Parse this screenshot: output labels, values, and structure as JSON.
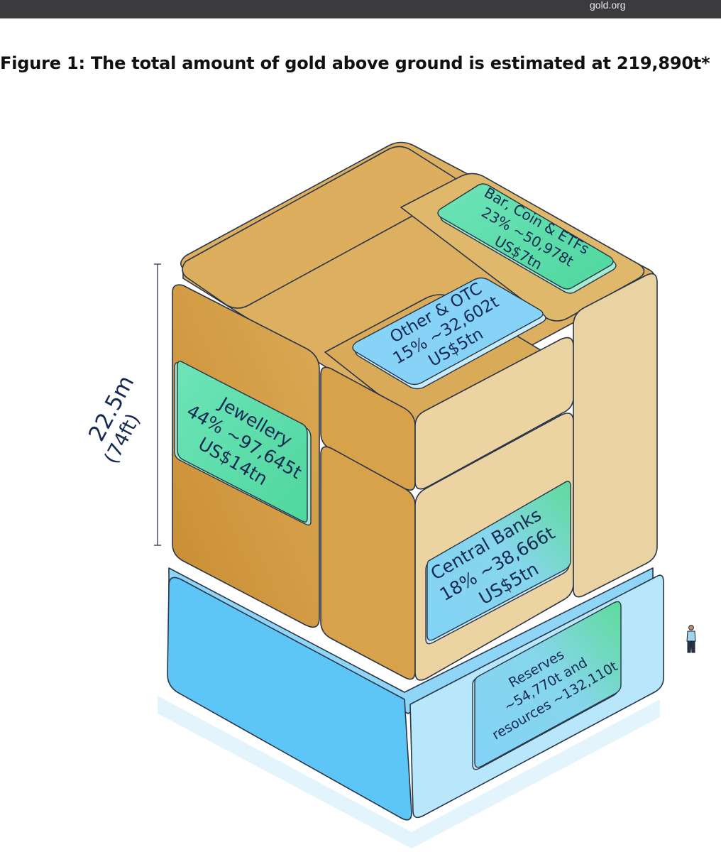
{
  "header": {
    "site": "gold.org"
  },
  "figure": {
    "title": "Figure 1: The total amount of gold above ground is estimated at 219,890t*"
  },
  "dimension": {
    "metric": "22.5m",
    "imperial": "(74ft)"
  },
  "segments": {
    "jewellery": {
      "name": "Jewellery",
      "stats": "44% ~97,645t",
      "value": "US$14tn"
    },
    "bar_coin_etfs": {
      "name": "Bar, Coin & ETFs",
      "stats": "23% ~50,978t",
      "value": "US$7tn"
    },
    "other_otc": {
      "name": "Other & OTC",
      "stats": "15% ~32,602t",
      "value": "US$5tn"
    },
    "central_banks": {
      "name": "Central Banks",
      "stats": "18% ~38,666t",
      "value": "US$5tn"
    }
  },
  "reserves": {
    "line1": "Reserves",
    "line2": "~54,770t and",
    "line3": "resources ~132,110t"
  },
  "colors": {
    "gold_dark": "#d39a3c",
    "gold_mid": "#ddb061",
    "gold_light": "#ead3a3",
    "label_green": "#63dfb3",
    "label_blue": "#86d3f7",
    "base_blue": "#5ec6f6",
    "base_light": "#b8e7fb"
  }
}
